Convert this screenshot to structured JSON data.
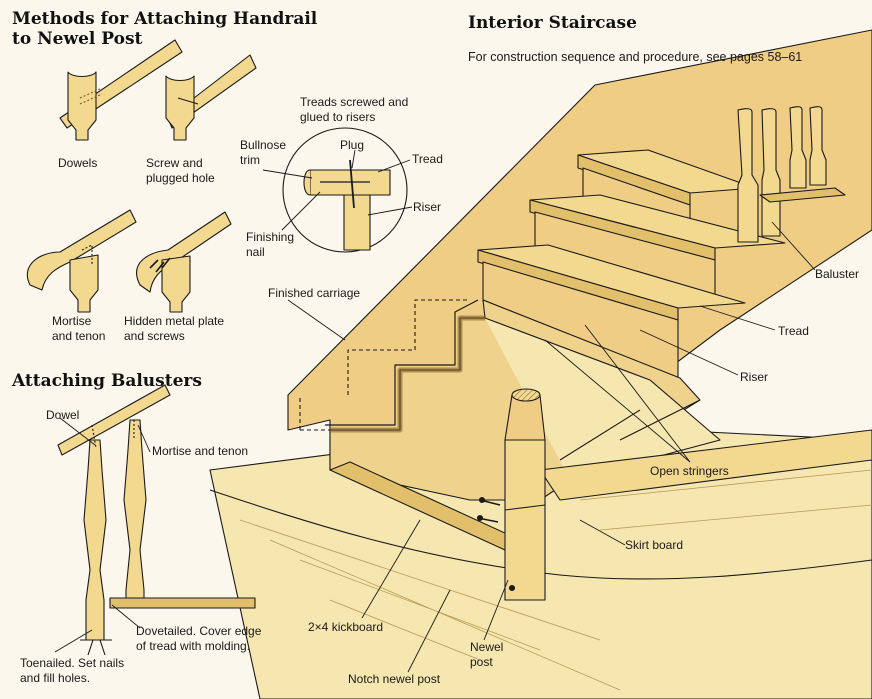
{
  "headings": {
    "handrail": [
      "Methods for Attaching Handrail",
      "to Newel Post"
    ],
    "balusters": "Attaching Balusters",
    "staircase": "Interior Staircase"
  },
  "subtitle": "For construction sequence and procedure, see pages 58–61",
  "labels": {
    "dowels": "Dowels",
    "screw_plug": [
      "Screw and",
      "plugged hole"
    ],
    "mortise_tenon_rail": [
      "Mortise",
      "and tenon"
    ],
    "hidden_plate": [
      "Hidden metal plate",
      "and screws"
    ],
    "treads_screwed": [
      "Treads screwed and",
      "glued to risers"
    ],
    "bullnose": [
      "Bullnose",
      "trim"
    ],
    "plug": "Plug",
    "tread_detail": "Tread",
    "riser_detail": "Riser",
    "finishing_nail": [
      "Finishing",
      "nail"
    ],
    "finished_carriage": "Finished carriage",
    "dowel": "Dowel",
    "mortise_tenon_baluster": "Mortise and tenon",
    "dovetailed": [
      "Dovetailed. Cover edge",
      "of tread with molding."
    ],
    "toenailed": [
      "Toenailed. Set nails",
      "and fill holes."
    ],
    "baluster": "Baluster",
    "tread": "Tread",
    "riser": "Riser",
    "open_stringers": "Open stringers",
    "skirt_board": "Skirt board",
    "kickboard": "2×4 kickboard",
    "newel_post": [
      "Newel",
      "post"
    ],
    "notch_newel": "Notch newel post"
  },
  "colors": {
    "wood": "#f3d98f",
    "wood_dark": "#e2bf6a",
    "wall": "#f0cd85",
    "floor": "#f6e6b0",
    "background": "#fbf7ec",
    "ink": "#1a1a1a"
  }
}
